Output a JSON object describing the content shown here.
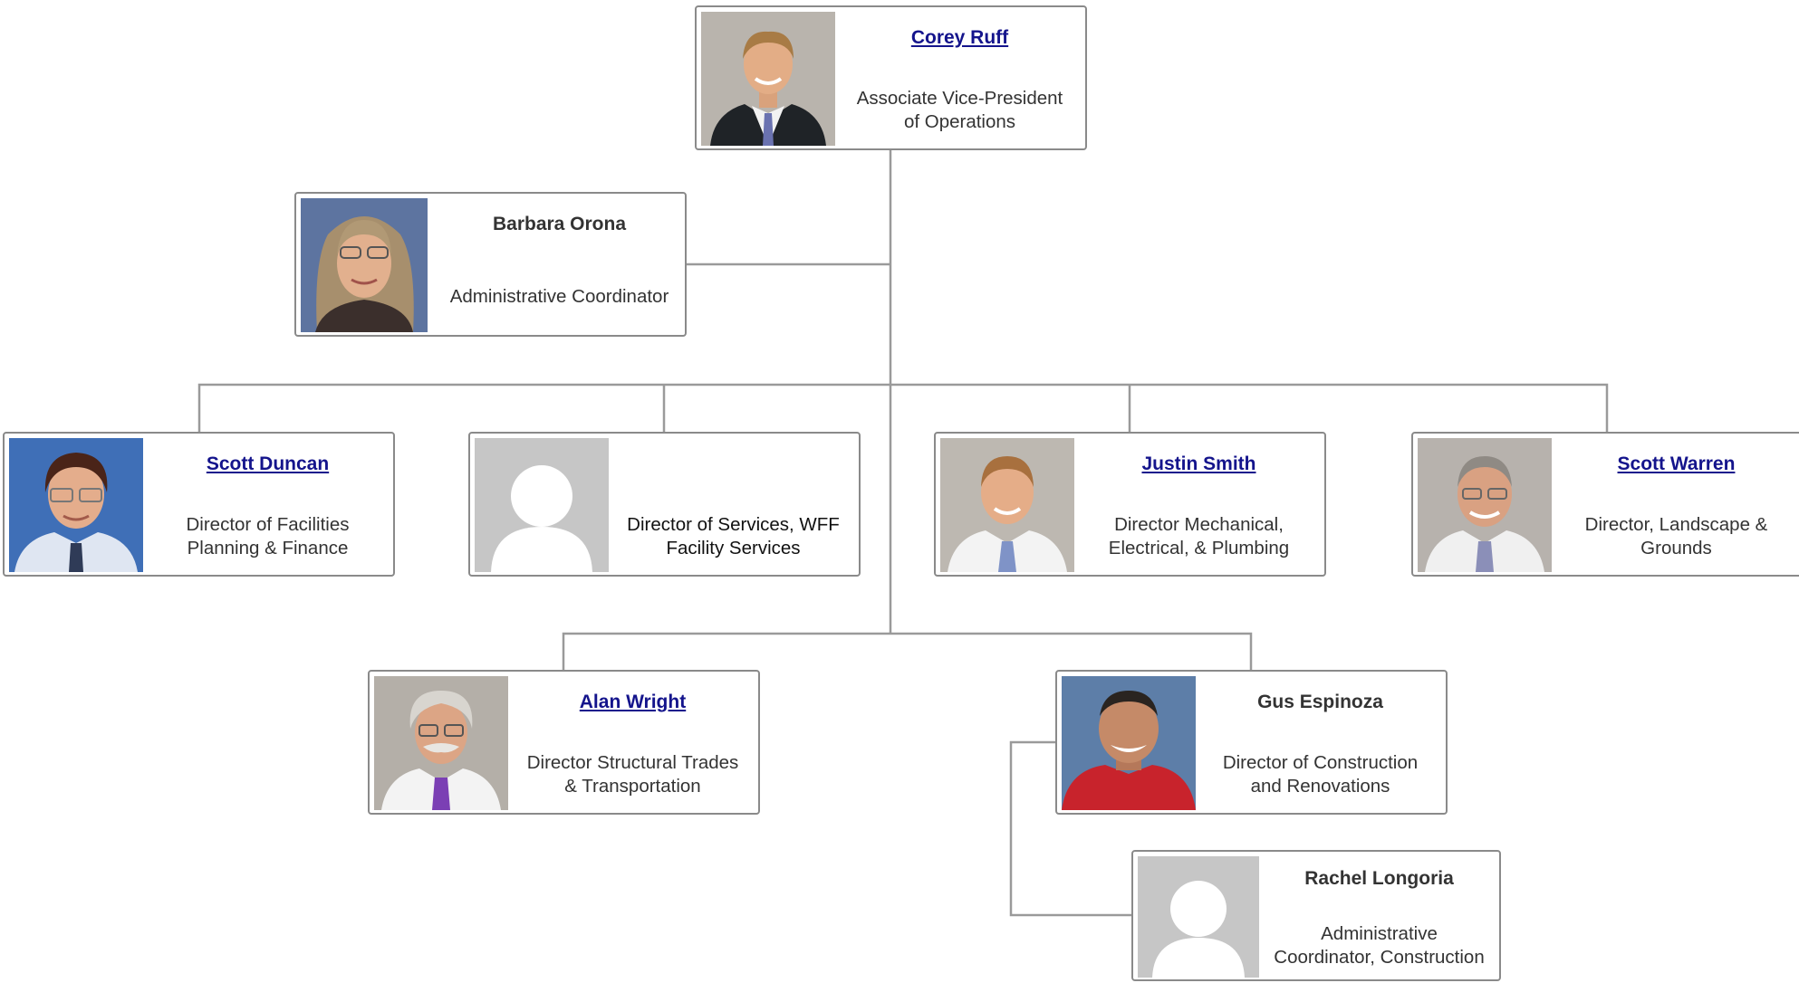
{
  "org_chart": {
    "people": {
      "corey": {
        "name": "Corey Ruff",
        "title": "Associate Vice-President\nof Operations"
      },
      "barbara": {
        "name": "Barbara Orona",
        "title": "Administrative Coordinator"
      },
      "scott_duncan": {
        "name": "Scott Duncan",
        "title": "Director of Facilities\nPlanning & Finance"
      },
      "vacant": {
        "name": "",
        "title": "Director of Services, WFF\nFacility Services"
      },
      "justin": {
        "name": "Justin Smith",
        "title": "Director Mechanical,\nElectrical, & Plumbing"
      },
      "scott_warren": {
        "name": "Scott Warren",
        "title": "Director, Landscape &\nGrounds"
      },
      "alan": {
        "name": "Alan Wright",
        "title": "Director Structural Trades\n& Transportation"
      },
      "gus": {
        "name": "Gus Espinoza",
        "title": "Director of Construction\nand Renovations"
      },
      "rachel": {
        "name": "Rachel Longoria",
        "title": "Administrative\nCoordinator, Construction"
      }
    }
  }
}
